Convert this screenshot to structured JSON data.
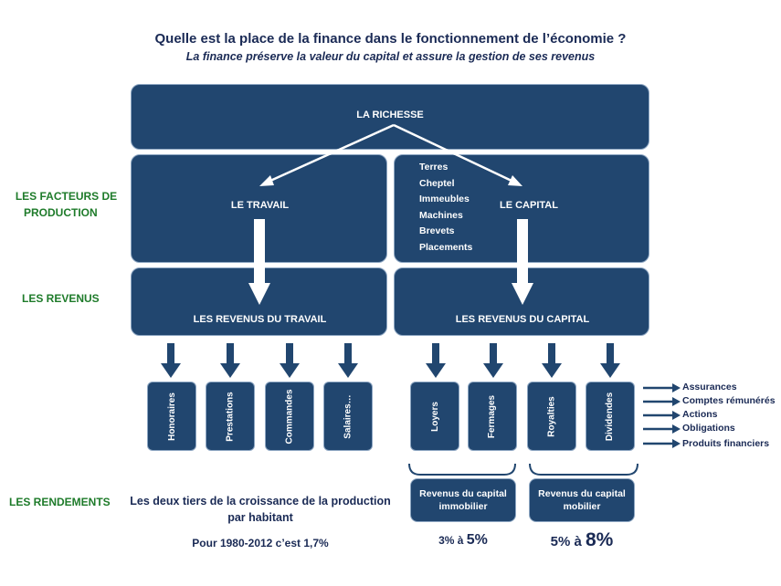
{
  "title": "Quelle est la place de la finance dans le fonctionnement de l’économie ?",
  "subtitle": "La finance préserve la valeur du capital et assure la gestion de ses revenus",
  "top_box": "LA RICHESSE",
  "left_labels": {
    "facteurs": [
      "LES FACTEURS DE",
      "PRODUCTION"
    ],
    "revenus": "LES REVENUS",
    "rendements": "LES RENDEMENTS"
  },
  "travail": "LE TRAVAIL",
  "capital": "LE CAPITAL",
  "capital_items": [
    "Terres",
    "Cheptel",
    "Immeubles",
    "Machines",
    "Brevets",
    "Placements"
  ],
  "revenus_travail": "LES REVENUS DU TRAVAIL",
  "revenus_capital": "LES REVENUS DU CAPITAL",
  "travail_types": [
    "Honoraires",
    "Prestations",
    "Commandes",
    "Salaires…"
  ],
  "capital_types": [
    "Loyers",
    "Fermages",
    "Royalties",
    "Dividendes"
  ],
  "dividend_outputs": [
    "Assurances",
    "Comptes rémunérés",
    "Actions",
    "Obligations",
    "Produits financiers"
  ],
  "growth_text": [
    "Les deux tiers de la croissance de la production",
    "par habitant"
  ],
  "growth_period": "Pour 1980-2012 c’est 1,7%",
  "revenu_immobilier": [
    "Revenus du capital",
    "immobilier"
  ],
  "revenu_mobilier": [
    "Revenus du capital",
    "mobilier"
  ],
  "rate_immobilier": {
    "low": "3%",
    "sep": " à ",
    "high": "5%"
  },
  "rate_mobilier": {
    "low": "5%",
    "sep": " à ",
    "high": "8%"
  },
  "colors": {
    "box": "#21466f",
    "border": "#8da6c2",
    "label_green": "#1e7b2a",
    "text_navy": "#1a2a55"
  }
}
